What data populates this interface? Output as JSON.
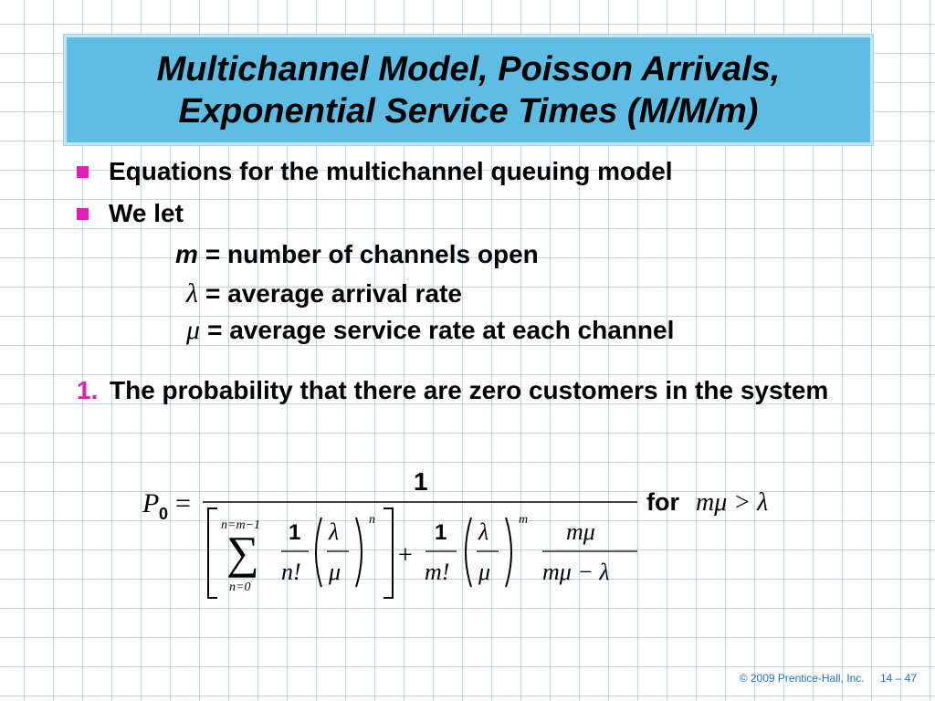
{
  "title": {
    "line1": "Multichannel Model, Poisson Arrivals,",
    "line2": "Exponential Service Times (M/M/m)"
  },
  "bullets": [
    {
      "text": "Equations for the multichannel queuing model"
    },
    {
      "text": "We let"
    }
  ],
  "definitions": [
    {
      "symbol": "m",
      "text": "= number of channels open"
    },
    {
      "symbol": "λ",
      "text": "= average arrival rate"
    },
    {
      "symbol": "μ",
      "text": "= average service rate at each channel"
    }
  ],
  "numbered": {
    "label": "1.",
    "text": "The probability that there are zero customers in the system"
  },
  "formula": {
    "lhs_symbol": "P",
    "lhs_subscript": "0",
    "equals": "=",
    "numerator": "1",
    "sum_upper": "n=m−1",
    "sum_lower": "n=0",
    "sigma": "∑",
    "term1_numerator": "1",
    "term1_denominator": "n!",
    "lambda": "λ",
    "mu": "μ",
    "exp_n": "n",
    "plus": "+",
    "term2_numerator": "1",
    "term2_denominator": "m!",
    "exp_m": "m",
    "term3_numerator": "mμ",
    "term3_denominator": "mμ − λ",
    "condition_word": "for",
    "condition_expr": "mμ > λ"
  },
  "footer": {
    "copyright": "© 2009 Prentice-Hall, Inc.",
    "page": "14 – 47"
  },
  "colors": {
    "title_bg": "#5fbde3",
    "accent": "#e01fb7",
    "footer_text": "#1a6fd0",
    "grid": "#b8d8ee"
  }
}
